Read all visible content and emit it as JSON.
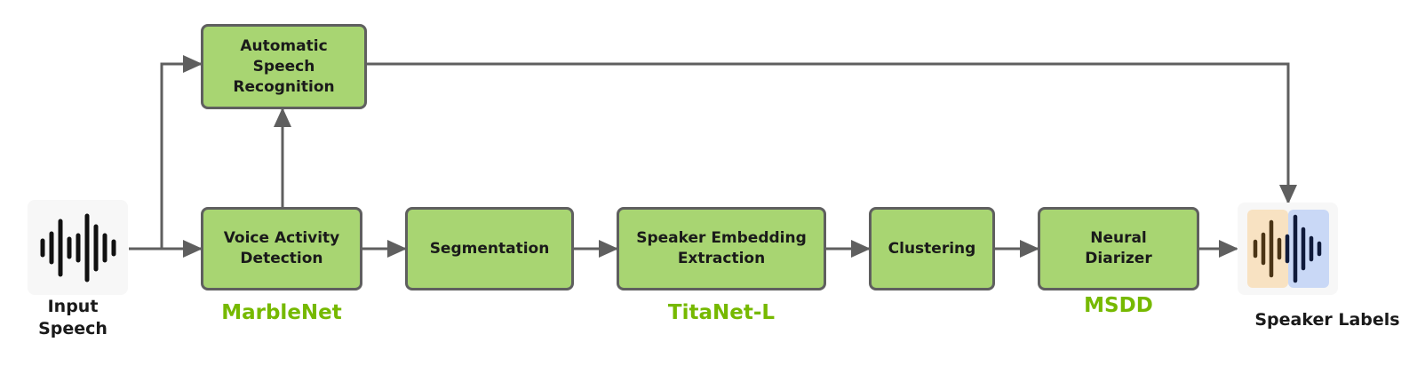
{
  "input": {
    "label": "Input\nSpeech",
    "icon": "waveform-icon"
  },
  "output": {
    "label": "Speaker Labels",
    "icon": "speaker-waveform-icon"
  },
  "blocks": {
    "asr": "Automatic\nSpeech\nRecognition",
    "vad": "Voice Activity\nDetection",
    "segmentation": "Segmentation",
    "embedding": "Speaker Embedding\nExtraction",
    "clustering": "Clustering",
    "diarizer": "Neural\nDiarizer"
  },
  "models": {
    "vad": "MarbleNet",
    "embedding": "TitaNet-L",
    "diarizer": "MSDD"
  },
  "colors": {
    "block_fill": "#a8d572",
    "block_border": "#5f5f5f",
    "model_text": "#76b900",
    "arrow": "#5f5f5f",
    "speaker_a": "#f8e2c2",
    "speaker_b": "#c9d8f6"
  }
}
